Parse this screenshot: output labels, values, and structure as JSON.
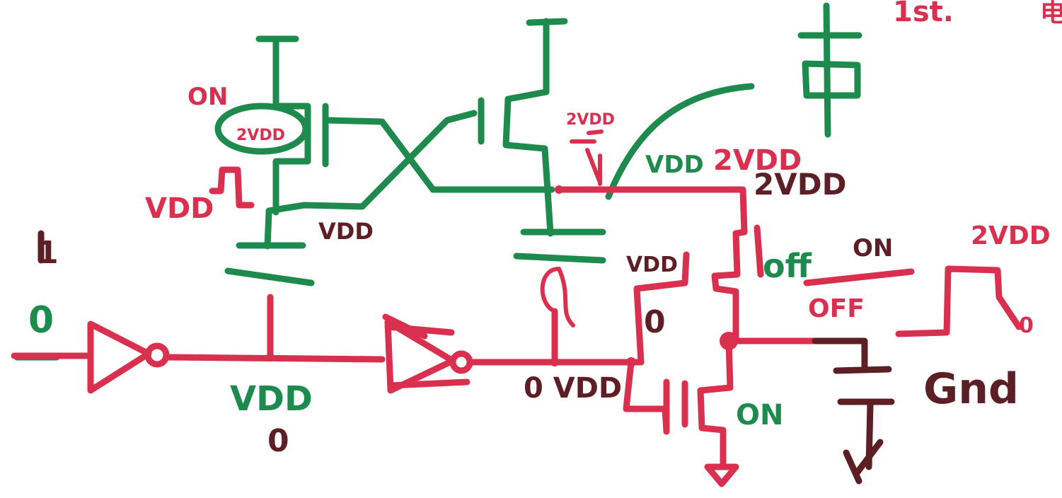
{
  "colors": {
    "green": "#1e8a4e",
    "red": "#d9304f",
    "brown": "#5c1f26"
  },
  "labels": {
    "input_high": "1",
    "input_low": "0",
    "on_left": "ON",
    "vdd_2_circled": "2VDD",
    "vdd_pulse": "VDD",
    "vdd_node": "VDD",
    "vdd_2_small": "2VDD",
    "vdd_green": "VDD",
    "vdd_2_red": "2VDD",
    "vdd_2_brown": "2VDD",
    "vdd_mid": "VDD",
    "zero_mid": "0",
    "off": "off",
    "on_right_top": "ON",
    "off_out": "OFF",
    "vdd_2_out": "2VDD",
    "zero_out": "0",
    "vdd_in_bottom": "VDD",
    "zero_in_bottom": "0",
    "zero_vdd_bottom": "0 VDD",
    "on_bottom": "ON",
    "gnd": "Gnd",
    "corner_top": "1st.",
    "symbol_top": "电"
  }
}
